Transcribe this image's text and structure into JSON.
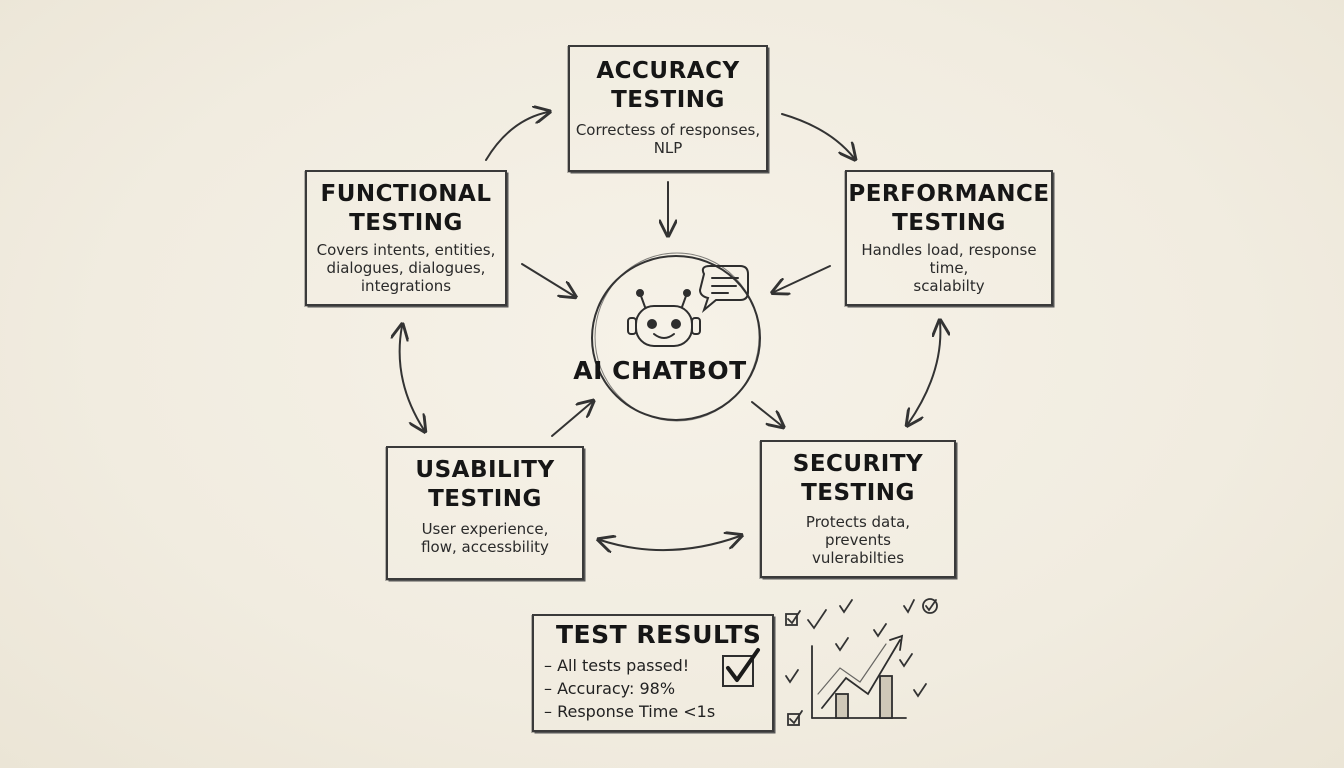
{
  "center": {
    "label": "AI CHATBOT",
    "icon": "robot-icon",
    "bubble_icon": "chat-bubble-icon"
  },
  "nodes": {
    "accuracy": {
      "title_line1": "ACCURACY",
      "title_line2": "TESTING",
      "desc_line1": "Correctess of responses,",
      "desc_line2": "NLP"
    },
    "performance": {
      "title_line1": "PERFORMANCE",
      "title_line2": "TESTING",
      "desc_line1": "Handles load, response",
      "desc_line2": "time,",
      "desc_line3": "scalabilty"
    },
    "functional": {
      "title_line1": "FUNCTIONAL",
      "title_line2": "TESTING",
      "desc_line1": "Covers intents, entities,",
      "desc_line2": "dialogues, dialogues,",
      "desc_line3": "integrations"
    },
    "usability": {
      "title_line1": "USABILITY",
      "title_line2": "TESTING",
      "desc_line1": "User experience,",
      "desc_line2": "flow, accessbility"
    },
    "security": {
      "title_line1": "SECURITY",
      "title_line2": "TESTING",
      "desc_line1": "Protects data,",
      "desc_line2": "prevents",
      "desc_line3": "vulerabilties"
    }
  },
  "results": {
    "title": "TEST RESULTS",
    "items": [
      "All tests passed!",
      "Accuracy: 98%",
      "Response Time <1s"
    ],
    "check_icon": "checkbox-checked-icon",
    "chart_icon": "rising-bar-chart-icon"
  },
  "colors": {
    "ink": "#2e2e2e",
    "paper": "#f3eee2"
  }
}
